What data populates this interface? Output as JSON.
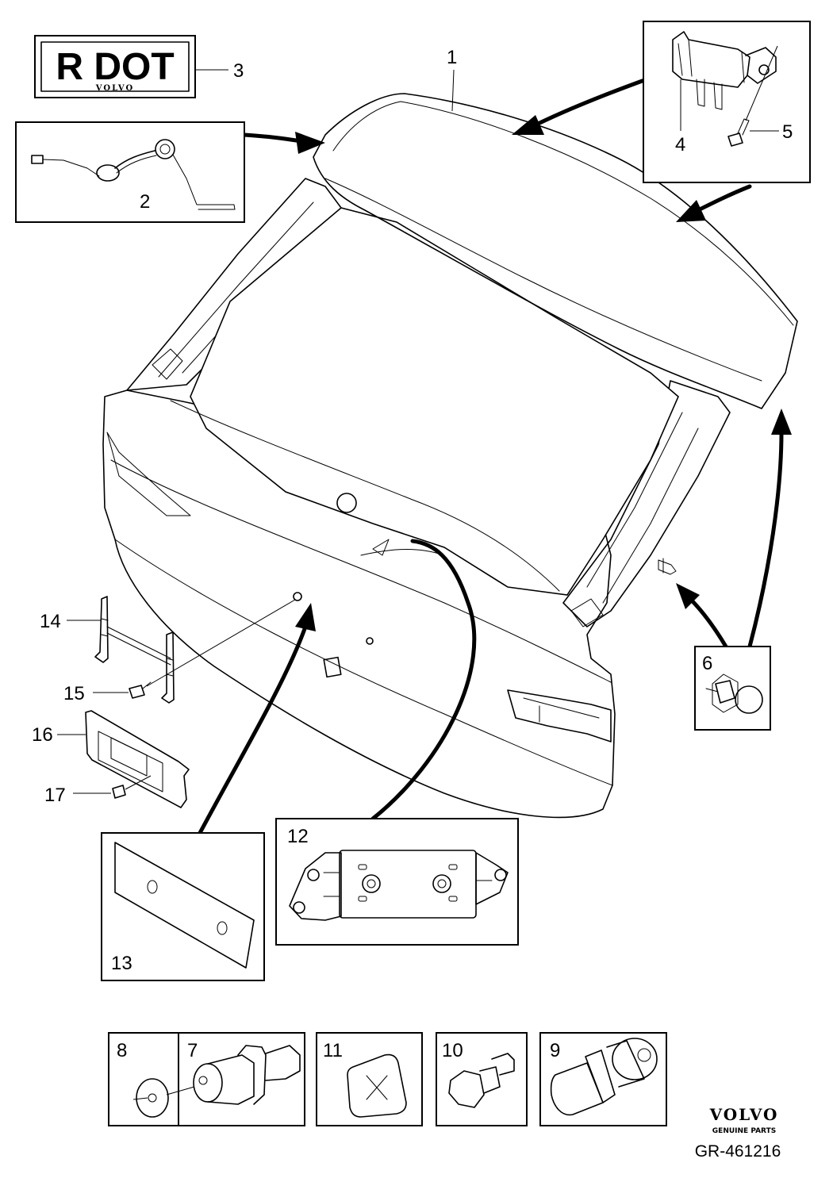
{
  "callouts": {
    "c1": "1",
    "c2": "2",
    "c3": "3",
    "c4": "4",
    "c5": "5",
    "c6": "6",
    "c7": "7",
    "c8": "8",
    "c9": "9",
    "c10": "10",
    "c11": "11",
    "c12": "12",
    "c13": "13",
    "c14": "14",
    "c15": "15",
    "c16": "16",
    "c17": "17"
  },
  "badge": {
    "text": "R DOT",
    "brand": "VOLVO"
  },
  "logo": {
    "brand": "VOLVO",
    "tagline": "GENUINE PARTS"
  },
  "reference": "GR-461216"
}
